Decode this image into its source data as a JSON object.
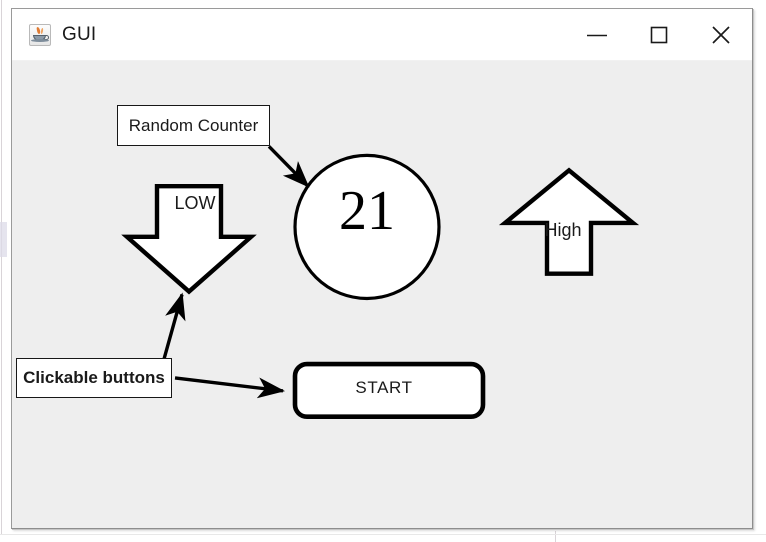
{
  "window": {
    "title": "GUI",
    "icon": "java-coffee-cup-icon",
    "controls": [
      {
        "name": "minimize",
        "glyph": "minimize-icon"
      },
      {
        "name": "maximize",
        "glyph": "maximize-icon"
      },
      {
        "name": "close",
        "glyph": "close-icon"
      }
    ]
  },
  "diagram": {
    "annotations": [
      {
        "id": "random-counter",
        "text": "Random Counter"
      },
      {
        "id": "clickable-buttons",
        "text": "Clickable buttons"
      }
    ],
    "counter": {
      "value": "21",
      "shape": "circle"
    },
    "buttons": [
      {
        "id": "low",
        "label": "LOW",
        "shape": "down-arrow"
      },
      {
        "id": "high",
        "label": "High",
        "shape": "up-arrow"
      },
      {
        "id": "start",
        "label": "START",
        "shape": "rounded-rectangle"
      }
    ]
  },
  "colors": {
    "window_background": "#eeeeee",
    "titlebar_background": "#ffffff",
    "shape_stroke": "#000000",
    "shape_fill": "#ffffff",
    "text": "#1a1a1a",
    "window_border": "#9a9a9a"
  }
}
